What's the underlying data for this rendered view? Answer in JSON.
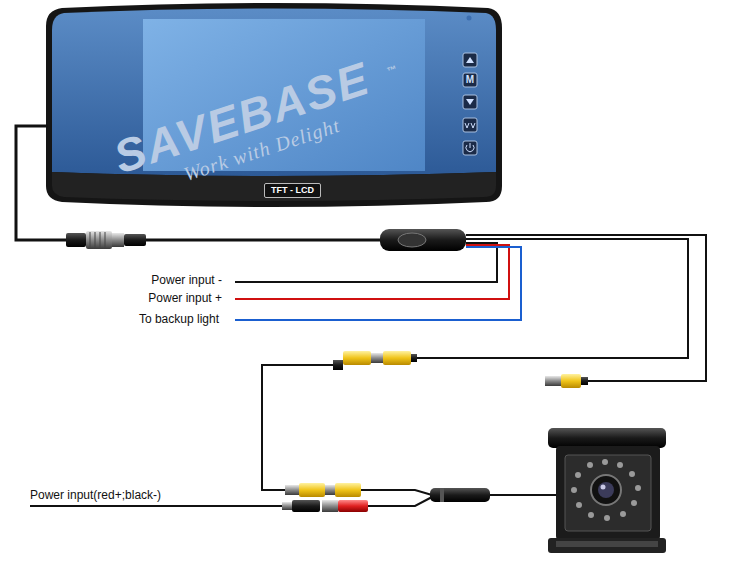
{
  "diagram": {
    "nodes": [
      {
        "text": [
          "TFT - LCD"
        ]
      }
    ],
    "labels": [
      "SAVEBASE",
      "™",
      "Work with Delight",
      "M",
      "Power input -",
      "Power input +",
      "To backup light",
      "Power input(red+;black-)"
    ]
  }
}
